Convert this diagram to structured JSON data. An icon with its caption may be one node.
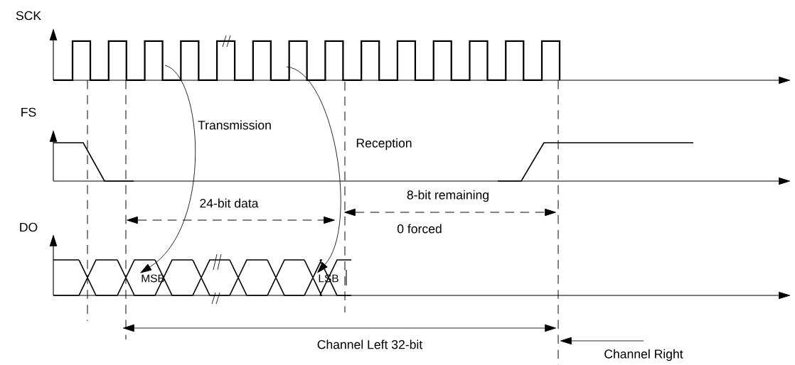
{
  "diagram": {
    "nodes": [
      {
        "text": [
          "MSB"
        ]
      },
      {
        "text": [
          "LSB"
        ]
      }
    ],
    "edges": [
      {
        "from": null,
        "to": 0,
        "arrow": "to",
        "label": "Transmission"
      },
      {
        "from": null,
        "to": 1,
        "arrow": "to",
        "label": "Reception"
      }
    ],
    "labels": [
      "SCK",
      "FS",
      "DO",
      "24-bit data",
      "8-bit remaining",
      "0 forced",
      "Channel Left 32-bit",
      "Channel Right"
    ]
  }
}
